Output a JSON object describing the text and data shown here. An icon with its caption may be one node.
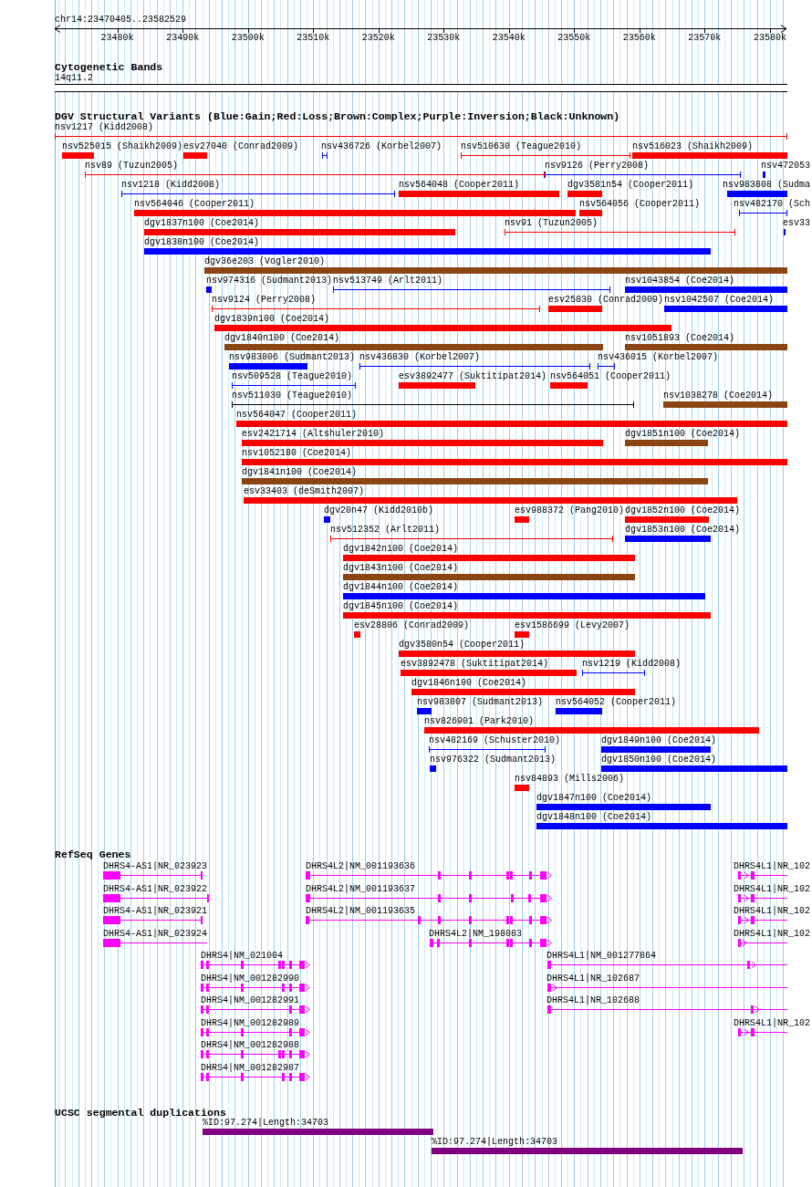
{
  "diagram": {
    "nodes": [
      {
        "text": [
          "14q11.2"
        ]
      },
      {
        "text": [
          "nsv1217 (Kidd2008)"
        ]
      },
      {
        "text": [
          "nsv525015 (Shaikh2009)"
        ]
      },
      {
        "text": [
          "esv27040 (Conrad2009)"
        ]
      },
      {
        "text": [
          "nsv436726 (Korbel2007)"
        ]
      },
      {
        "text": [
          "nsv510630 (Teague2010)"
        ]
      },
      {
        "text": [
          "nsv516023 (Shaikh2009)"
        ]
      },
      {
        "text": [
          "nsv89 (Tuzun2005)"
        ]
      },
      {
        "text": [
          "nsv9126 (Perry2008)"
        ]
      },
      {
        "text": [
          "nsv472053"
        ]
      },
      {
        "text": [
          "nsv1218 (Kidd2008)"
        ]
      },
      {
        "text": [
          "nsv564048 (Cooper2011)"
        ]
      },
      {
        "text": [
          "dgv3581n54 (Cooper2011)"
        ]
      },
      {
        "text": [
          "nsv983808 (Sudma"
        ]
      },
      {
        "text": [
          "nsv564046 (Cooper2011)"
        ]
      },
      {
        "text": [
          "nsv564056 (Cooper2011)"
        ]
      },
      {
        "text": [
          "nsv482170 (Sch"
        ]
      },
      {
        "text": [
          "dgv1837n100 (Coe2014)"
        ]
      },
      {
        "text": [
          "nsv91 (Tuzun2005)"
        ]
      },
      {
        "text": [
          "esv33"
        ]
      },
      {
        "text": [
          "dgv1838n100 (Coe2014)"
        ]
      },
      {
        "text": [
          "dgv36e203 (Vogler2010)"
        ]
      },
      {
        "text": [
          "nsv974316 (Sudmant2013)"
        ]
      },
      {
        "text": [
          "nsv513749 (Arlt2011)"
        ]
      },
      {
        "text": [
          "nsv1043854 (Coe2014)"
        ]
      },
      {
        "text": [
          "nsv9124 (Perry2008)"
        ]
      },
      {
        "text": [
          "esv25830 (Conrad2009)"
        ]
      },
      {
        "text": [
          "nsv1042507 (Coe2014)"
        ]
      },
      {
        "text": [
          "dgv1839n100 (Coe2014)"
        ]
      },
      {
        "text": [
          "dgv1840n100 (Coe2014)"
        ]
      },
      {
        "text": [
          "nsv1051893 (Coe2014)"
        ]
      },
      {
        "text": [
          "nsv983806 (Sudmant2013)"
        ]
      },
      {
        "text": [
          "nsv436830 (Korbel2007)"
        ]
      },
      {
        "text": [
          "nsv436015 (Korbel2007)"
        ]
      },
      {
        "text": [
          "nsv509528 (Teague2010)"
        ]
      },
      {
        "text": [
          "esv3892477 (Suktitipat2014)"
        ]
      },
      {
        "text": [
          "nsv564051 (Cooper2011)"
        ]
      },
      {
        "text": [
          "nsv511030 (Teague2010)"
        ]
      },
      {
        "text": [
          "nsv1038278 (Coe2014)"
        ]
      },
      {
        "text": [
          "nsv564047 (Cooper2011)"
        ]
      },
      {
        "text": [
          "esv2421714 (Altshuler2010)"
        ]
      },
      {
        "text": [
          "dgv1851n100 (Coe2014)"
        ]
      },
      {
        "text": [
          "nsv1052180 (Coe2014)"
        ]
      },
      {
        "text": [
          "dgv1841n100 (Coe2014)"
        ]
      },
      {
        "text": [
          "esv33403 (deSmith2007)"
        ]
      },
      {
        "text": [
          "dgv20n47 (Kidd2010b)"
        ]
      },
      {
        "text": [
          "esv988372 (Pang2010)"
        ]
      },
      {
        "text": [
          "dgv1852n100 (Coe2014)"
        ]
      },
      {
        "text": [
          "nsv512352 (Arlt2011)"
        ]
      },
      {
        "text": [
          "dgv1853n100 (Coe2014)"
        ]
      },
      {
        "text": [
          "dgv1842n100 (Coe2014)"
        ]
      },
      {
        "text": [
          "dgv1843n100 (Coe2014)"
        ]
      },
      {
        "text": [
          "dgv1844n100 (Coe2014)"
        ]
      },
      {
        "text": [
          "dgv1845n100 (Coe2014)"
        ]
      },
      {
        "text": [
          "esv28806 (Conrad2009)"
        ]
      },
      {
        "text": [
          "esv1586699 (Levy2007)"
        ]
      },
      {
        "text": [
          "dgv3580n54 (Cooper2011)"
        ]
      },
      {
        "text": [
          "esv3892478 (Suktitipat2014)"
        ]
      },
      {
        "text": [
          "nsv1219 (Kidd2008)"
        ]
      },
      {
        "text": [
          "dgv1846n100 (Coe2014)"
        ]
      },
      {
        "text": [
          "nsv983807 (Sudmant2013)"
        ]
      },
      {
        "text": [
          "nsv564052 (Cooper2011)"
        ]
      },
      {
        "text": [
          "nsv826901 (Park2010)"
        ]
      },
      {
        "text": [
          "nsv482169 (Schuster2010)"
        ]
      },
      {
        "text": [
          "dgv1849n100 (Coe2014)"
        ]
      },
      {
        "text": [
          "nsv976322 (Sudmant2013)"
        ]
      },
      {
        "text": [
          "dgv1850n100 (Coe2014)"
        ]
      },
      {
        "text": [
          "nsv84893 (Mills2006)"
        ]
      },
      {
        "text": [
          "dgv1847n100 (Coe2014)"
        ]
      },
      {
        "text": [
          "dgv1848n100 (Coe2014)"
        ]
      },
      {
        "text": [
          "DHRS4-AS1|NR_023923"
        ]
      },
      {
        "text": [
          "DHRS4L2|NM_001193636"
        ]
      },
      {
        "text": [
          "DHRS4L1|NR_102"
        ]
      },
      {
        "text": [
          "DHRS4-AS1|NR_023922"
        ]
      },
      {
        "text": [
          "DHRS4L2|NM_001193637"
        ]
      },
      {
        "text": [
          "DHRS4L1|NR_102"
        ]
      },
      {
        "text": [
          "DHRS4-AS1|NR_023921"
        ]
      },
      {
        "text": [
          "DHRS4L2|NM_001193635"
        ]
      },
      {
        "text": [
          "DHRS4L1|NR_102"
        ]
      },
      {
        "text": [
          "DHRS4-AS1|NR_023924"
        ]
      },
      {
        "text": [
          "DHRS4L2|NM_198083"
        ]
      },
      {
        "text": [
          "DHRS4L1|NR_102"
        ]
      },
      {
        "text": [
          "DHRS4|NM_021004"
        ]
      },
      {
        "text": [
          "DHRS4L1|NM_001277864"
        ]
      },
      {
        "text": [
          "DHRS4|NM_001282990"
        ]
      },
      {
        "text": [
          "DHRS4L1|NR_102687"
        ]
      },
      {
        "text": [
          "DHRS4|NM_001282991"
        ]
      },
      {
        "text": [
          "DHRS4L1|NR_102688"
        ]
      },
      {
        "text": [
          "DHRS4|NM_001282989"
        ]
      },
      {
        "text": [
          "DHRS4L1|NR_102"
        ]
      },
      {
        "text": [
          "DHRS4|NM_001282988"
        ]
      },
      {
        "text": [
          "DHRS4|NM_001282987"
        ]
      },
      {
        "text": [
          "%ID:97.274|Length:34703"
        ]
      },
      {
        "text": [
          "%ID:97.274|Length:34703"
        ]
      }
    ],
    "labels": [
      "chr14:23470405..23582529",
      "23480k",
      "23490k",
      "23500k",
      "23510k",
      "23520k",
      "23530k",
      "23540k",
      "23550k",
      "23560k",
      "23570k",
      "23580k",
      "Cytogenetic Bands",
      "DGV Structural Variants (Blue:Gain;Red:Loss;Brown:Complex;Purple:Inversion;Black:Unknown)",
      "RefSeq Genes",
      "UCSC segmental duplications"
    ]
  }
}
